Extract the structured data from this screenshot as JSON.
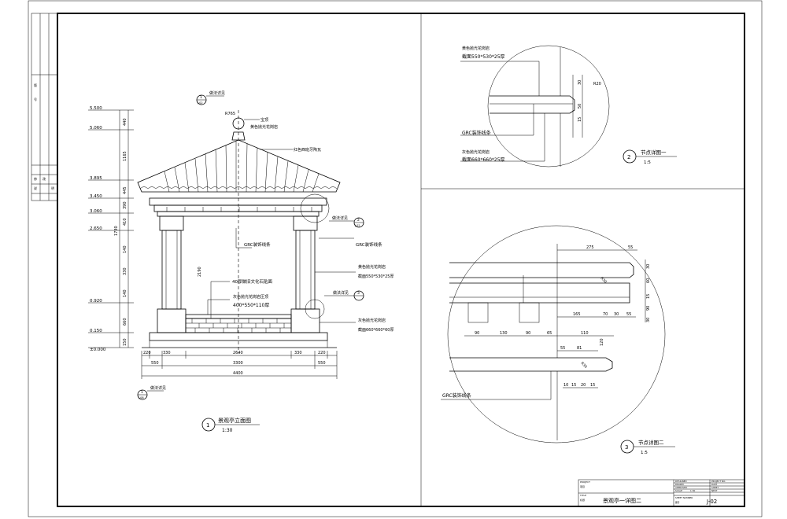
{
  "elevation": {
    "levels": [
      "5.500",
      "5.060",
      "3.895",
      "3.450",
      "3.060",
      "2.650",
      "0.920",
      "0.150",
      "±0.000"
    ],
    "vdims": [
      "440",
      "1165",
      "445",
      "390",
      "410",
      "140",
      "330",
      "1730",
      "140",
      "660",
      "150",
      "2190"
    ],
    "hdims_row1": [
      "220",
      "330",
      "2640",
      "330",
      "220"
    ],
    "hdims_row2": [
      "550",
      "3300",
      "550"
    ],
    "hdims_row3": [
      "4400"
    ],
    "labels": {
      "jiedian_top": "做法详见",
      "baoding": "宝顶",
      "huang_guang": "黄色抛光花岗岩",
      "red_tile": "红色西班牙陶瓦",
      "jiedian_right": "做法详见",
      "grc_left": "GRC装饰线条",
      "grc_right": "GRC装饰线条",
      "huang_guang_right": "黄色抛光花岗岩",
      "section_550": "截面550*530*25厚",
      "mu_wen": "40厚做旧文化石贴面",
      "gray_stone": "灰色抛光花岗岩压顶",
      "size_400": "400*550*110厚",
      "jiedian_right2": "做法详见",
      "gray_stone2": "灰色抛光花岗岩",
      "section_660": "截面660*660*60厚",
      "jiedian_bottom": "做法详见",
      "dim_top": "R765"
    },
    "title": "景观亭立面图",
    "scale": "1:30",
    "number": "1",
    "callout_top": "1",
    "callout_top_sheet": "J-02",
    "callout_mid": "2",
    "callout_mid_sheet": "J-02",
    "callout_right": "3",
    "callout_bottom": "1",
    "callout_bottom_sheet": "J-08"
  },
  "detail1": {
    "labels": {
      "huang": "黄色抛光花岗岩",
      "section": "截面550*530*25厚",
      "grc": "GRC装饰线条",
      "gray": "灰色抛光花岗岩",
      "section2": "截面660*660*25厚"
    },
    "dims": [
      "30",
      "R20",
      "50",
      "15"
    ],
    "title": "节点详图一",
    "scale": "1:5",
    "number": "2"
  },
  "detail2": {
    "dims_top": [
      "275",
      "55"
    ],
    "dims_right": [
      "30",
      "60",
      "15",
      "90",
      "30"
    ],
    "dims_mid": [
      "165",
      "70",
      "30",
      "55"
    ],
    "dims_row": [
      "90",
      "130",
      "90",
      "65",
      "110"
    ],
    "dims_low": [
      "55",
      "81"
    ],
    "dims_bottom": [
      "10",
      "15",
      "20",
      "15"
    ],
    "dims_r": [
      "R30",
      "R30",
      "120"
    ],
    "label": "GRC装饰线条",
    "title": "节点详图二",
    "scale": "1:5",
    "number": "3"
  },
  "titleblock": {
    "project_label": "PROJECT",
    "project": "项目",
    "title_label": "TITLE",
    "title_cn": "标题",
    "drawing_title": "景观亭一详图二",
    "right_rows": [
      "DESIGNED",
      "DRAWN",
      "APPROVED",
      "SCALE"
    ],
    "right_vals": [
      "PROJECT NO.",
      "DATE",
      "SHEET",
      "NEXT"
    ],
    "sheet_number_label": "SHEET NUMBER",
    "sheet_cn": "图号",
    "sheet_no": "J-02",
    "scale_val": "1:30"
  },
  "strip": {
    "rows": [
      "版",
      "号",
      "修",
      "改",
      "说",
      "明"
    ]
  }
}
